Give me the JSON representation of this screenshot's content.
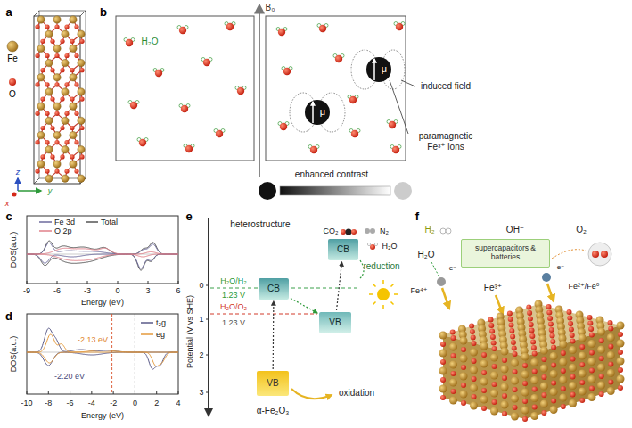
{
  "diagram": {
    "nodes": [
      {
        "text": [
          "CB"
        ]
      },
      {
        "text": [
          "VB"
        ]
      },
      {
        "text": [
          "CB"
        ]
      },
      {
        "text": [
          "VB"
        ]
      },
      {
        "text": [
          "supercapacitors & batteries"
        ]
      }
    ],
    "edges": [
      {
        "from": 1,
        "to": 0,
        "arrow": "to"
      },
      {
        "from": 3,
        "to": 2,
        "arrow": "to"
      },
      {
        "from": 0,
        "to": 3,
        "arrow": "to"
      }
    ],
    "labels": [
      "a",
      "Fe",
      "O",
      "z",
      "x",
      "y",
      "b",
      "B₀",
      "H₂O",
      "μ",
      "μ",
      "induced field",
      "paramagnetic Fe³⁺ ions",
      "enhanced contrast",
      "c",
      "DOS(a.u.)",
      "-9",
      "-6",
      "-3",
      "0",
      "3",
      "6",
      "Energy (eV)",
      "d",
      "DOS(a.u.)",
      "-2.13 eV",
      "-2.20 eV",
      "-10",
      "-8",
      "-6",
      "-4",
      "-2",
      "0",
      "2",
      "4",
      "Energy (eV)",
      "e",
      "Potential (V vs SHE)",
      "0",
      "1",
      "2",
      "3",
      "heterostructure",
      "CO₂",
      "N₂",
      "H₂O",
      "reduction",
      "H₂O/H₂",
      "1.23 V",
      "H₂O/O₂",
      "1.23 V",
      "oxidation",
      "α-Fe₂O₃",
      "f",
      "H₂",
      "H₂O",
      "OH⁻",
      "O₂",
      "Fe⁴⁺",
      "Fe³⁺",
      "Fe²⁺/Fe⁰",
      "e⁻",
      "e⁻"
    ],
    "legend": [
      {
        "text": "Fe 3d"
      },
      {
        "text": "Total"
      },
      {
        "text": "O 2p"
      },
      {
        "text": "t₂g"
      },
      {
        "text": "eg"
      }
    ]
  }
}
